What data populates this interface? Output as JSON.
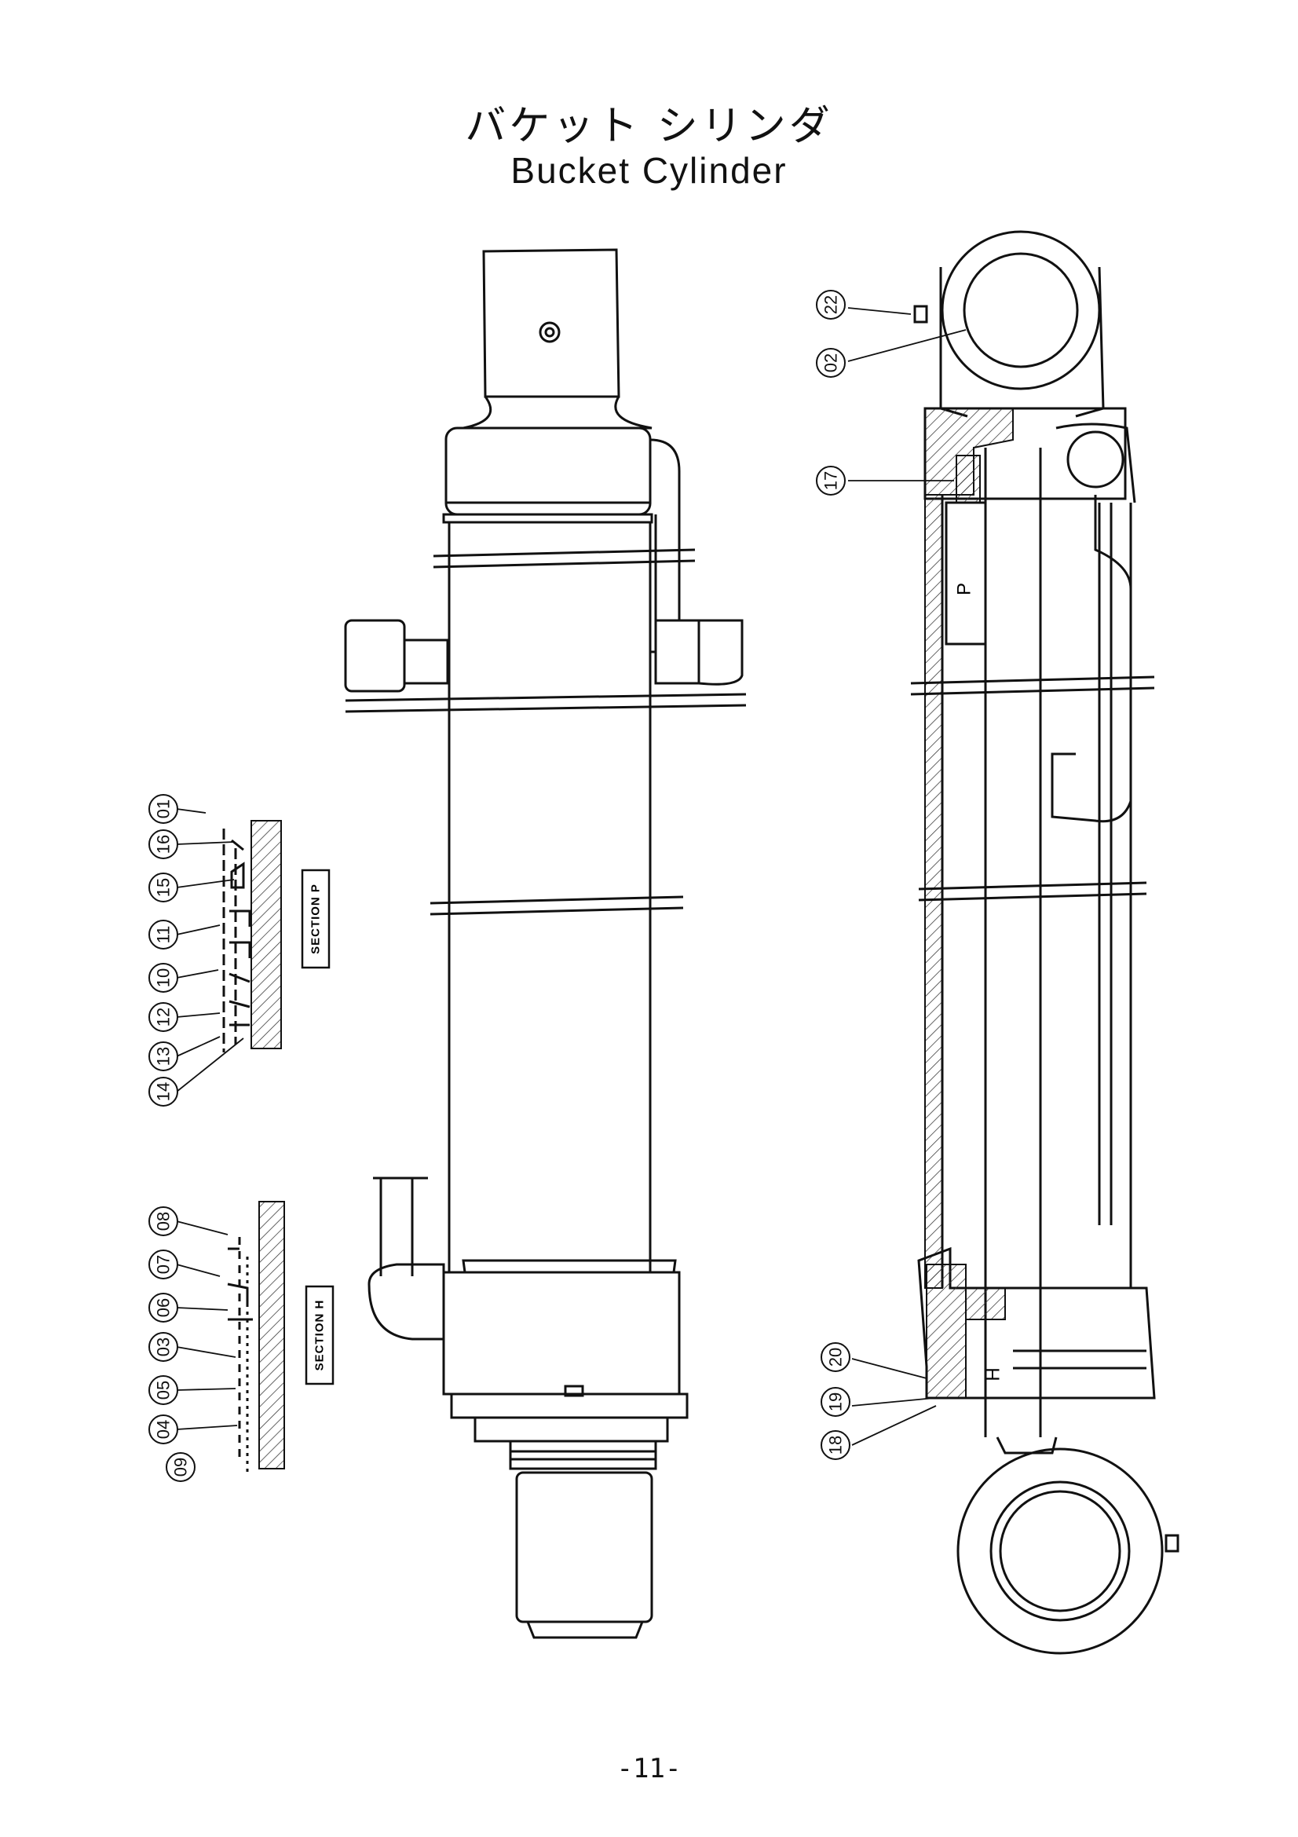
{
  "title_jp": "バケット シリンダ",
  "title_en": "Bucket Cylinder",
  "page_number": "-11-",
  "sections": {
    "p_label": "SECTION P",
    "h_label": "SECTION H"
  },
  "marks": {
    "p": "P",
    "h": "H"
  },
  "callouts": {
    "c01": "01",
    "c02": "02",
    "c03": "03",
    "c04": "04",
    "c05": "05",
    "c06": "06",
    "c07": "07",
    "c08": "08",
    "c09": "09",
    "c10": "10",
    "c11": "11",
    "c12": "12",
    "c13": "13",
    "c14": "14",
    "c15": "15",
    "c16": "16",
    "c17": "17",
    "c18": "18",
    "c19": "19",
    "c20": "20",
    "c22": "22"
  }
}
